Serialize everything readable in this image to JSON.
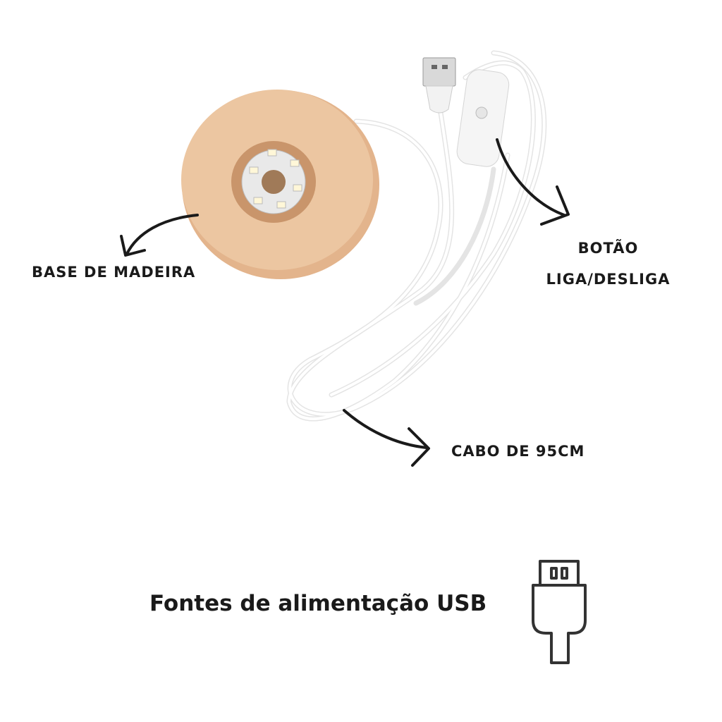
{
  "labels": {
    "base": "BASE DE MADEIRA",
    "button_line1": "BOTÃO",
    "button_line2": "LIGA/DESLIGA",
    "cable": "CABO DE 95CM"
  },
  "footer": {
    "text": "Fontes de alimentação USB",
    "icon": "usb-plug-icon"
  },
  "colors": {
    "wood": "#e9bf98",
    "cable": "#f4f4f4",
    "text": "#1a1a1a"
  }
}
